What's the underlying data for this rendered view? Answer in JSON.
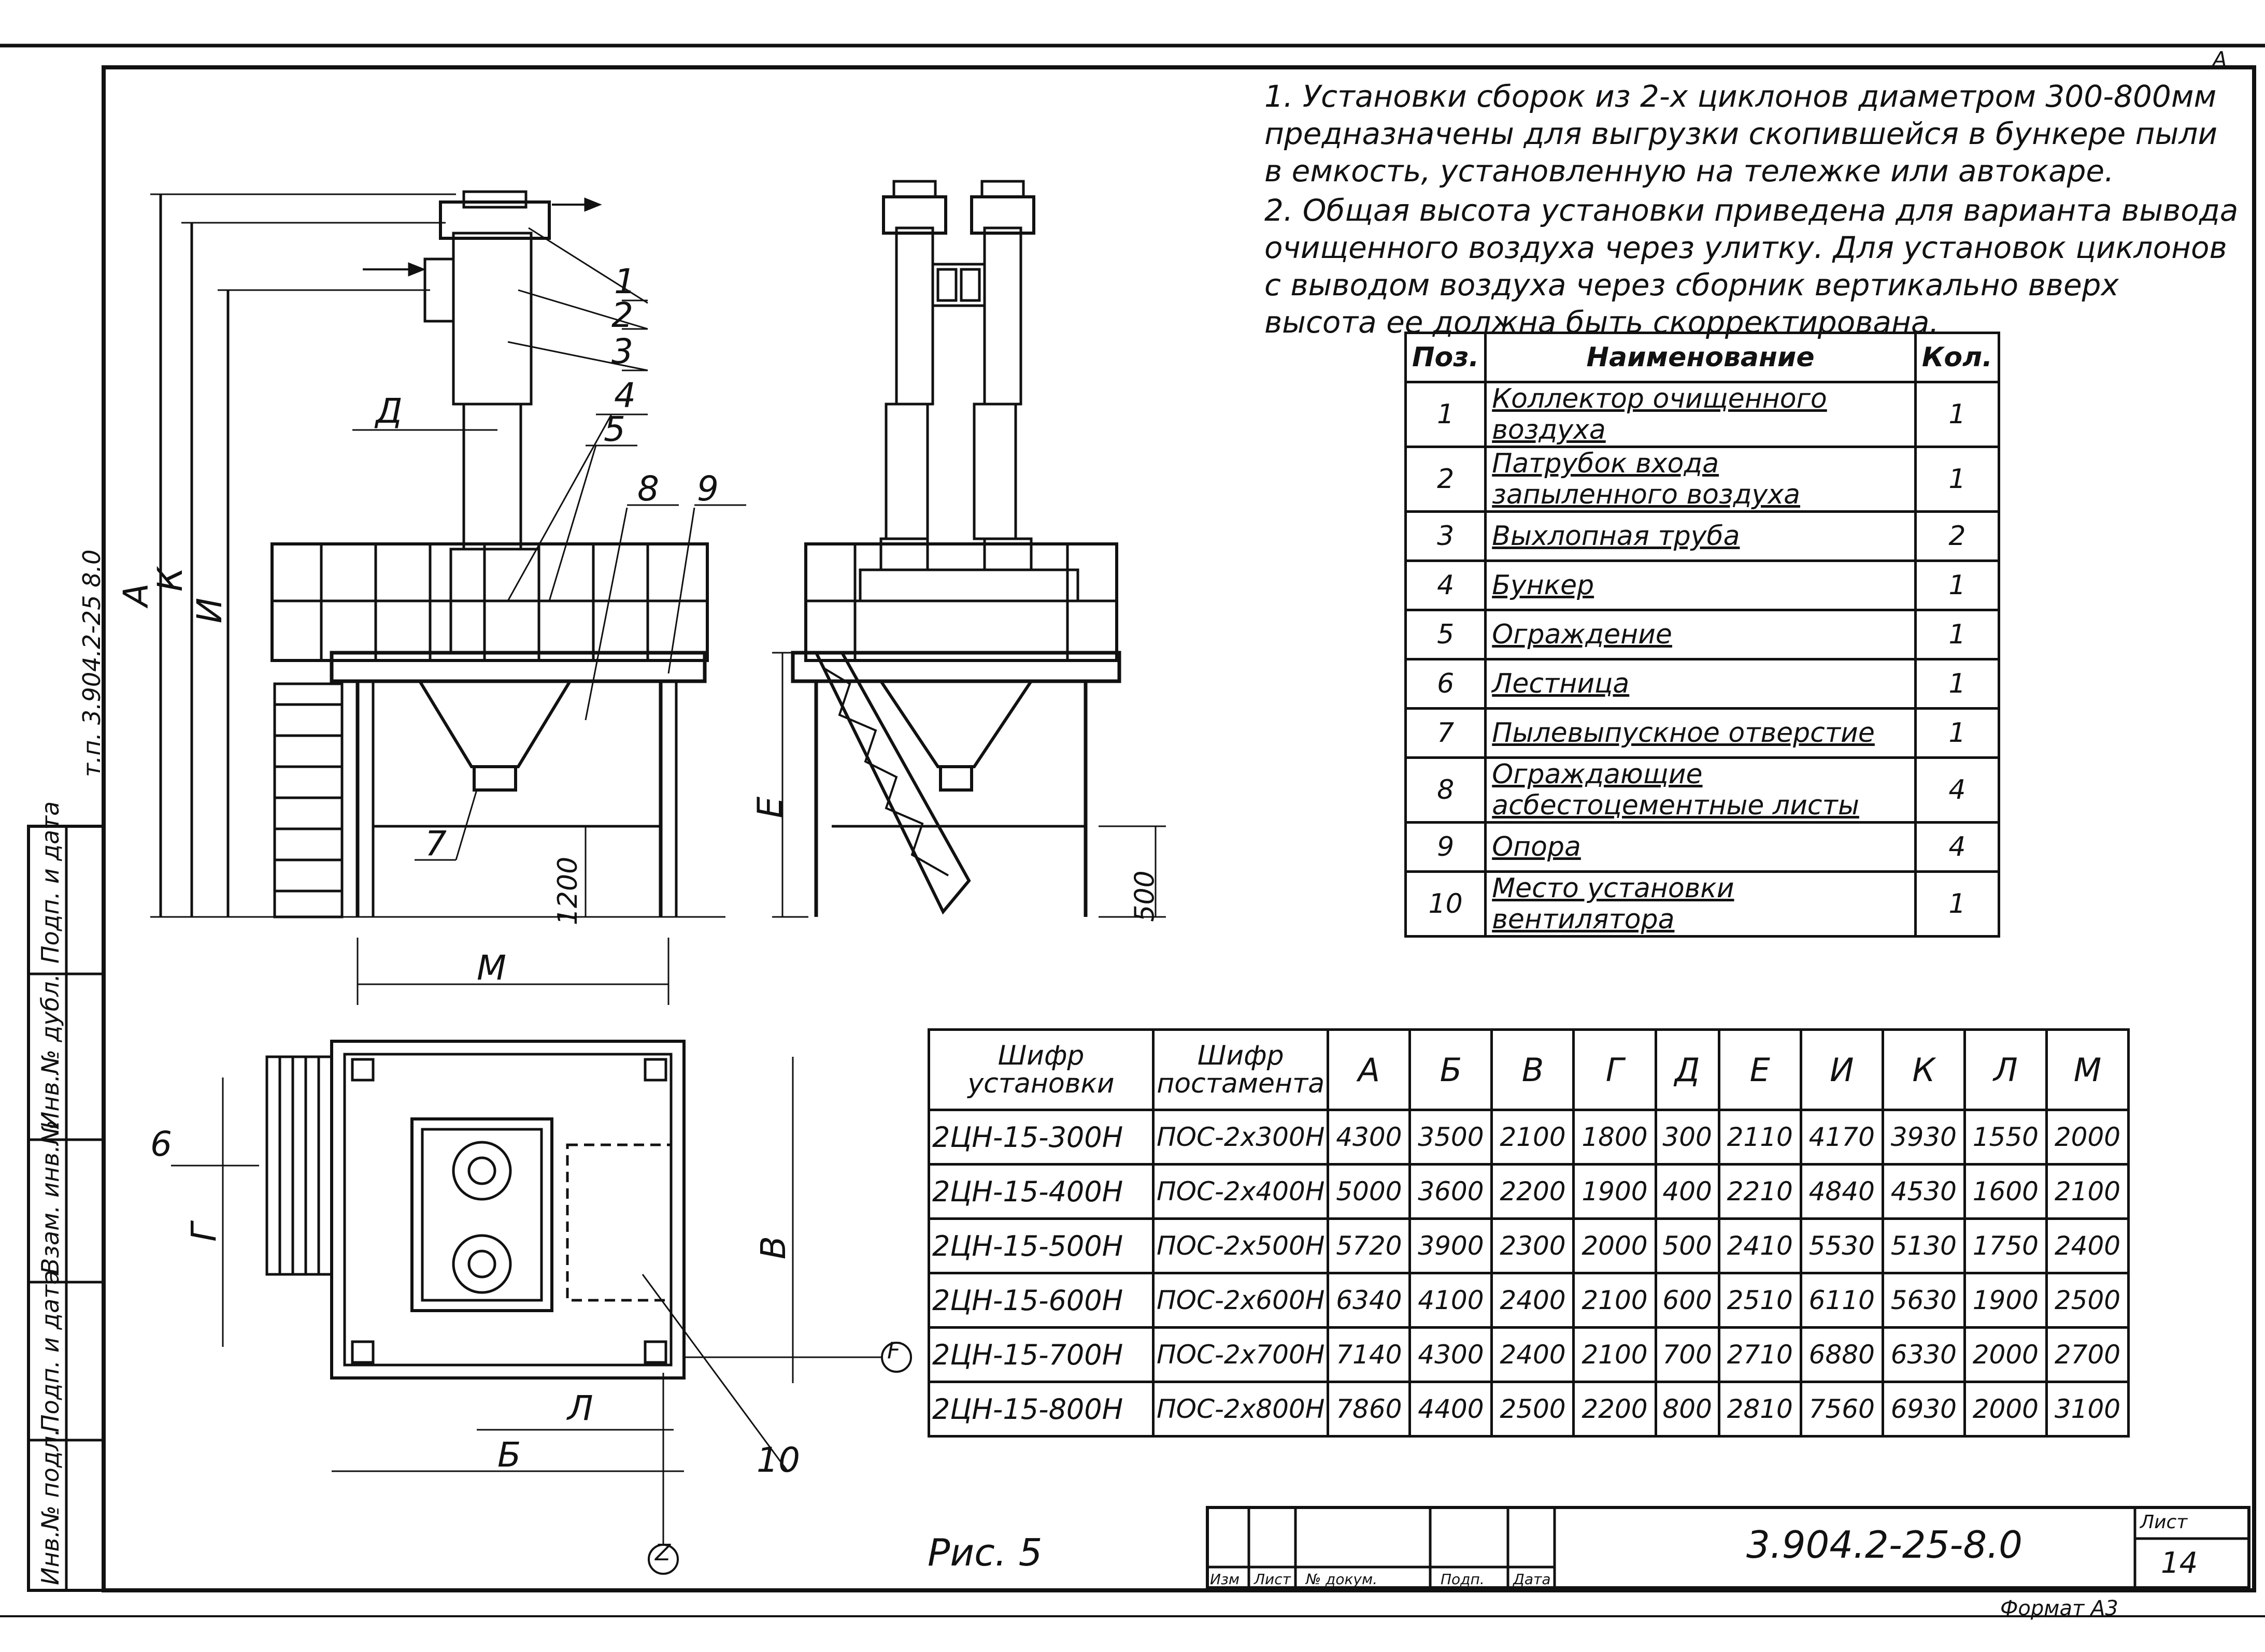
{
  "notes": [
    "1. Установки сборок из 2-х циклонов диаметром 300-800мм предназначены для выгрузки скопившейся в бункере пыли в емкость, установленную на тележке или автокаре.",
    "2. Общая высота установки приведена для варианта вывода очищенного воздуха через улитку. Для установок циклонов с выводом воздуха через сборник вертикально вверх высота ее должна быть скорректирована."
  ],
  "spec_table": {
    "headers": [
      "Поз.",
      "Наименование",
      "Кол."
    ],
    "rows": [
      [
        "1",
        "Коллектор очищенного воздуха",
        "1"
      ],
      [
        "2",
        "Патрубок входа запыленного воздуха",
        "1"
      ],
      [
        "3",
        "Выхлопная труба",
        "2"
      ],
      [
        "4",
        "Бункер",
        "1"
      ],
      [
        "5",
        "Ограждение",
        "1"
      ],
      [
        "6",
        "Лестница",
        "1"
      ],
      [
        "7",
        "Пылевыпускное отверстие",
        "1"
      ],
      [
        "8",
        "Ограждающие асбестоцементные листы",
        "4"
      ],
      [
        "9",
        "Опора",
        "4"
      ],
      [
        "10",
        "Место установки вентилятора",
        "1"
      ]
    ]
  },
  "dims_table": {
    "headers": [
      "Шифр установки",
      "Шифр постамента",
      "А",
      "Б",
      "В",
      "Г",
      "Д",
      "Е",
      "И",
      "К",
      "Л",
      "М"
    ],
    "rows": [
      [
        "2ЦН-15-300Н",
        "ПОС-2х300Н",
        "4300",
        "3500",
        "2100",
        "1800",
        "300",
        "2110",
        "4170",
        "3930",
        "1550",
        "2000"
      ],
      [
        "2ЦН-15-400Н",
        "ПОС-2х400Н",
        "5000",
        "3600",
        "2200",
        "1900",
        "400",
        "2210",
        "4840",
        "4530",
        "1600",
        "2100"
      ],
      [
        "2ЦН-15-500Н",
        "ПОС-2х500Н",
        "5720",
        "3900",
        "2300",
        "2000",
        "500",
        "2410",
        "5530",
        "5130",
        "1750",
        "2400"
      ],
      [
        "2ЦН-15-600Н",
        "ПОС-2х600Н",
        "6340",
        "4100",
        "2400",
        "2100",
        "600",
        "2510",
        "6110",
        "5630",
        "1900",
        "2500"
      ],
      [
        "2ЦН-15-700Н",
        "ПОС-2х700Н",
        "7140",
        "4300",
        "2400",
        "2100",
        "700",
        "2710",
        "6880",
        "6330",
        "2000",
        "2700"
      ],
      [
        "2ЦН-15-800Н",
        "ПОС-2х800Н",
        "7860",
        "4400",
        "2500",
        "2200",
        "800",
        "2810",
        "7560",
        "6930",
        "2000",
        "3100"
      ]
    ]
  },
  "drawing": {
    "side_dims": [
      "А",
      "К",
      "И"
    ],
    "pos_labels": [
      "1",
      "2",
      "3",
      "4",
      "5",
      "8",
      "9",
      "7",
      "6",
      "10"
    ],
    "dim_D": "Д",
    "dim_M": "М",
    "dim_E": "Е",
    "dim_1200": "1200",
    "dim_500": "500",
    "dim_G": "Г",
    "dim_V": "В",
    "dim_L": "Л",
    "dim_B": "Б",
    "axis_1": "F",
    "axis_2": "Z"
  },
  "figure_caption": "Рис. 5",
  "title_block": {
    "doc_code": "3.904.2-25-8.0",
    "sheet_label": "Лист",
    "sheet_number": "14",
    "columns": [
      "Изм",
      "Лист",
      "№ докум.",
      "Подп.",
      "Дата"
    ],
    "format": "Формат А3"
  },
  "side_stamp": {
    "doc_ref": "т.п. 3.904.2-25 8.0",
    "fields": [
      "Подп. и дата",
      "Инв.№ дубл.",
      "Взам. инв.№",
      "Подп. и дата",
      "Инв.№ подл."
    ]
  },
  "corner_mark": "А"
}
